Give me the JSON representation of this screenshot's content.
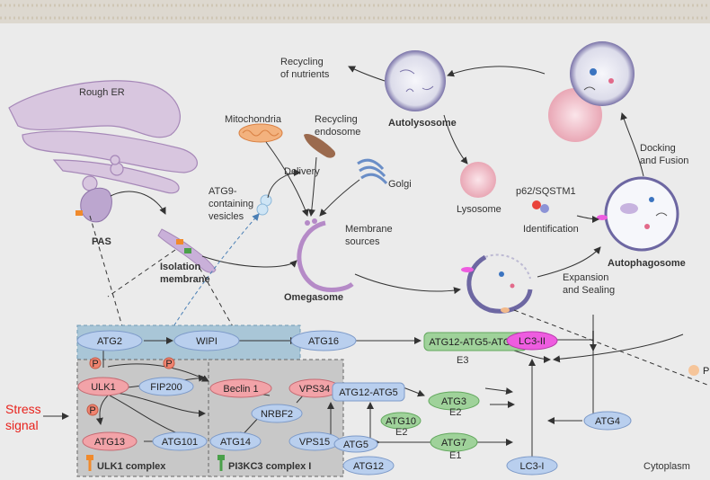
{
  "labels": {
    "rough_er": "Rough ER",
    "mitochondria": "Mitochondria",
    "recycling_endosome": [
      "Recycling",
      "endosome"
    ],
    "recycling_nutrients": [
      "Recycling",
      "of nutrients"
    ],
    "autolysosome": "Autolysosome",
    "docking_fusion": [
      "Docking",
      "and Fusion"
    ],
    "delivery": "Delivery",
    "atg9_vesicles": [
      "ATG9-",
      "containing",
      "vesicles"
    ],
    "golgi": "Golgi",
    "lysosome": "Lysosome",
    "p62": "p62/SQSTM1",
    "identification": "Identification",
    "autophagosome": "Autophagosome",
    "pas": "PAS",
    "isolation_membrane": [
      "Isolation",
      "membrane"
    ],
    "membrane_sources": [
      "Membrane",
      "sources"
    ],
    "omegasome": "Omegasome",
    "expansion_sealing": [
      "Expansion",
      "and Sealing"
    ],
    "stress_signal": [
      "Stress",
      "signal"
    ],
    "ulk1_complex": "ULK1 complex",
    "pi3kc3_complex": "PI3KC3 complex I",
    "cytoplasm": "Cytoplasm",
    "phospho": "P",
    "e3": "E3",
    "e2a": "E2",
    "e2b": "E2",
    "e1": "E1",
    "pe": "PE"
  },
  "nodes": {
    "atg2": "ATG2",
    "wipi": "WIPI",
    "atg16": "ATG16",
    "atg12_atg5_atg16": "ATG12-ATG5-ATG16",
    "lc3_ii": "LC3-II",
    "ulk1": "ULK1",
    "fip200": "FIP200",
    "beclin1": "Beclin 1",
    "vps34": "VPS34",
    "nrbf2": "NRBF2",
    "atg13": "ATG13",
    "atg101": "ATG101",
    "atg14": "ATG14",
    "vps15": "VPS15",
    "atg12_atg5": "ATG12-ATG5",
    "atg3": "ATG3",
    "atg10": "ATG10",
    "atg5": "ATG5",
    "atg7": "ATG7",
    "atg4": "ATG4",
    "atg12": "ATG12",
    "lc3_i": "LC3-I"
  },
  "colors": {
    "blue_node": "#b9cfee",
    "green_node": "#9fd29a",
    "pink_node": "#f2a3a8",
    "magenta_node": "#ee5ce0",
    "stress_red": "#e8221c",
    "complex_box": "#c8c8c8",
    "atg2_box": "#a9c6d7",
    "organelle_purple": "#c9b4d6"
  }
}
